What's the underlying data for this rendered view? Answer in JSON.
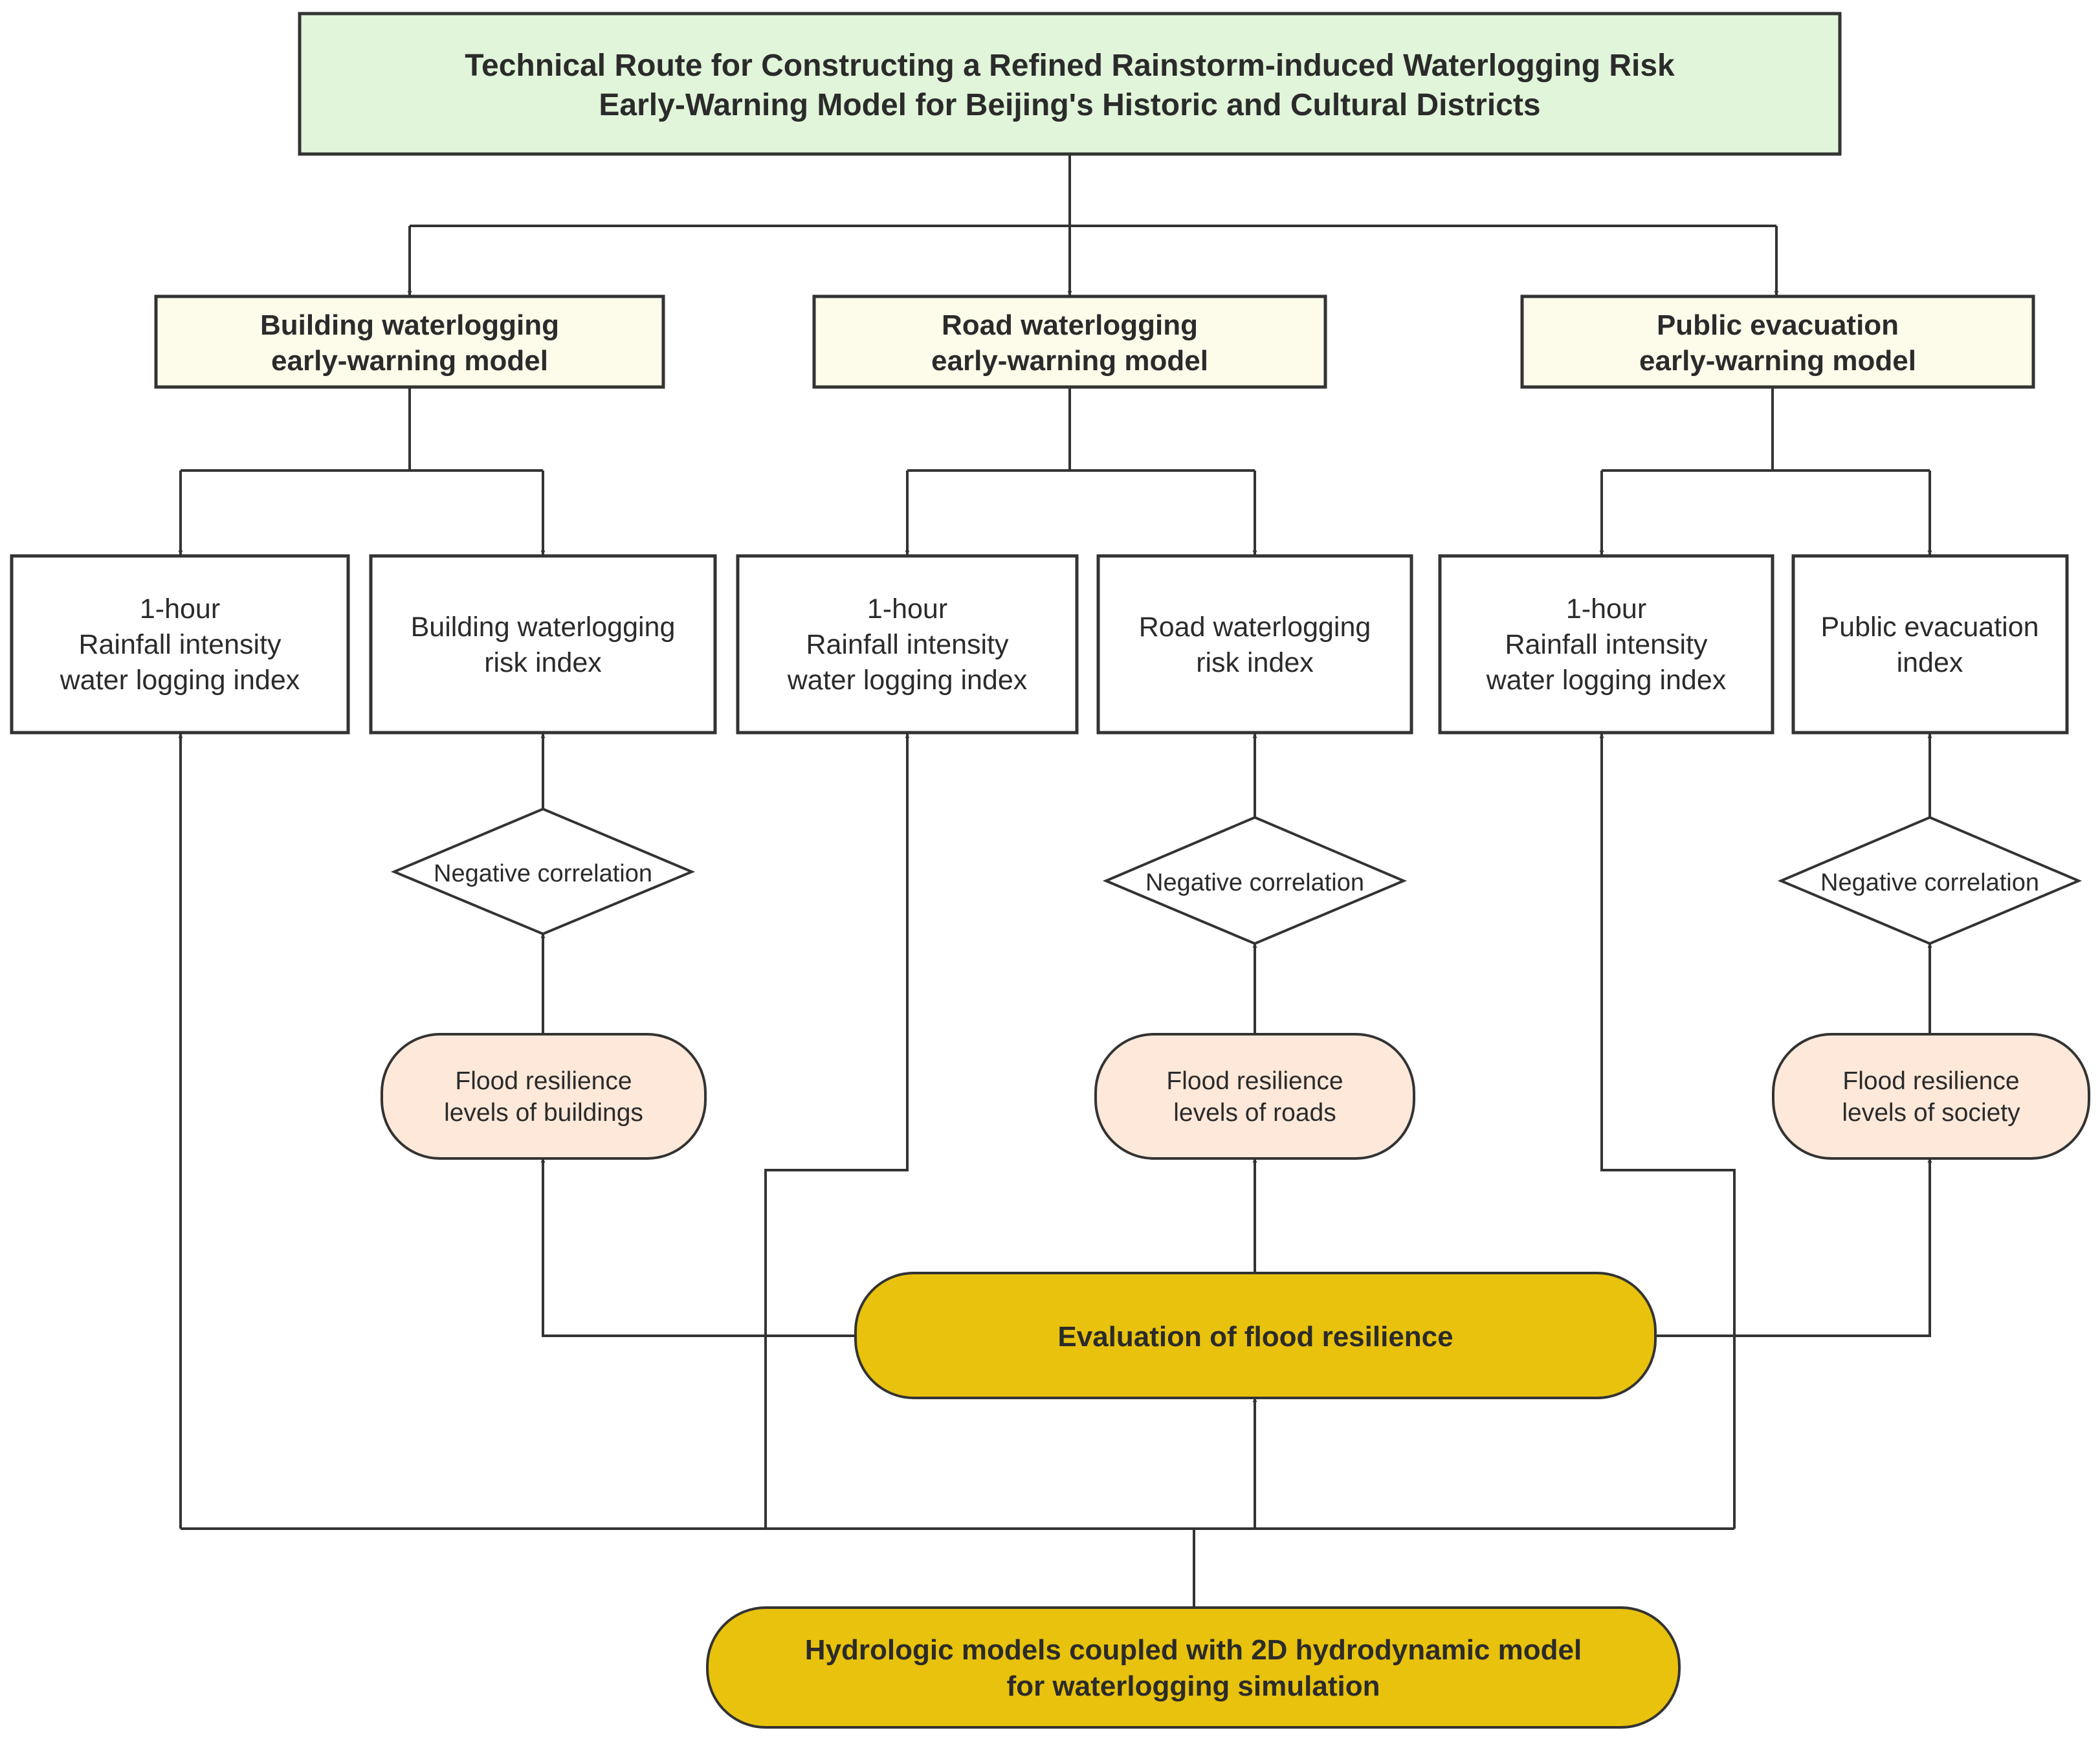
{
  "title": {
    "line1": "Technical Route for Constructing a Refined Rainstorm-induced  Waterlogging Risk",
    "line2": "Early-Warning Model for Beijing's Historic and Cultural Districts"
  },
  "models": {
    "building": {
      "line1": "Building waterlogging",
      "line2": "early-warning model"
    },
    "road": {
      "line1": "Road waterlogging",
      "line2": "early-warning model"
    },
    "public": {
      "line1": "Public evacuation",
      "line2": "early-warning model"
    }
  },
  "indices": {
    "rainfall": {
      "line1": "1-hour",
      "line2": "Rainfall intensity",
      "line3": "water logging index"
    },
    "building_risk": {
      "line1": "Building waterlogging",
      "line2": "risk index"
    },
    "road_risk": {
      "line1": "Road waterlogging",
      "line2": "risk index"
    },
    "public_index": {
      "line1": "Public evacuation",
      "line2": "index"
    }
  },
  "correlation": {
    "label": "Negative correlation"
  },
  "resilience": {
    "buildings": {
      "line1": "Flood resilience",
      "line2": "levels of buildings"
    },
    "roads": {
      "line1": "Flood resilience",
      "line2": "levels of roads"
    },
    "society": {
      "line1": "Flood resilience",
      "line2": "levels of society"
    }
  },
  "evaluation": {
    "label": "Evaluation of flood resilience"
  },
  "hydro": {
    "line1": "Hydrologic models coupled with 2D hydrodynamic model",
    "line2": "for waterlogging simulation"
  },
  "colors": {
    "title_fill": "#e0f5d9",
    "model_fill": "#fdfbea",
    "resilience_fill": "#fde8d9",
    "evaluation_fill": "#e8c20c",
    "stroke": "#333333"
  }
}
